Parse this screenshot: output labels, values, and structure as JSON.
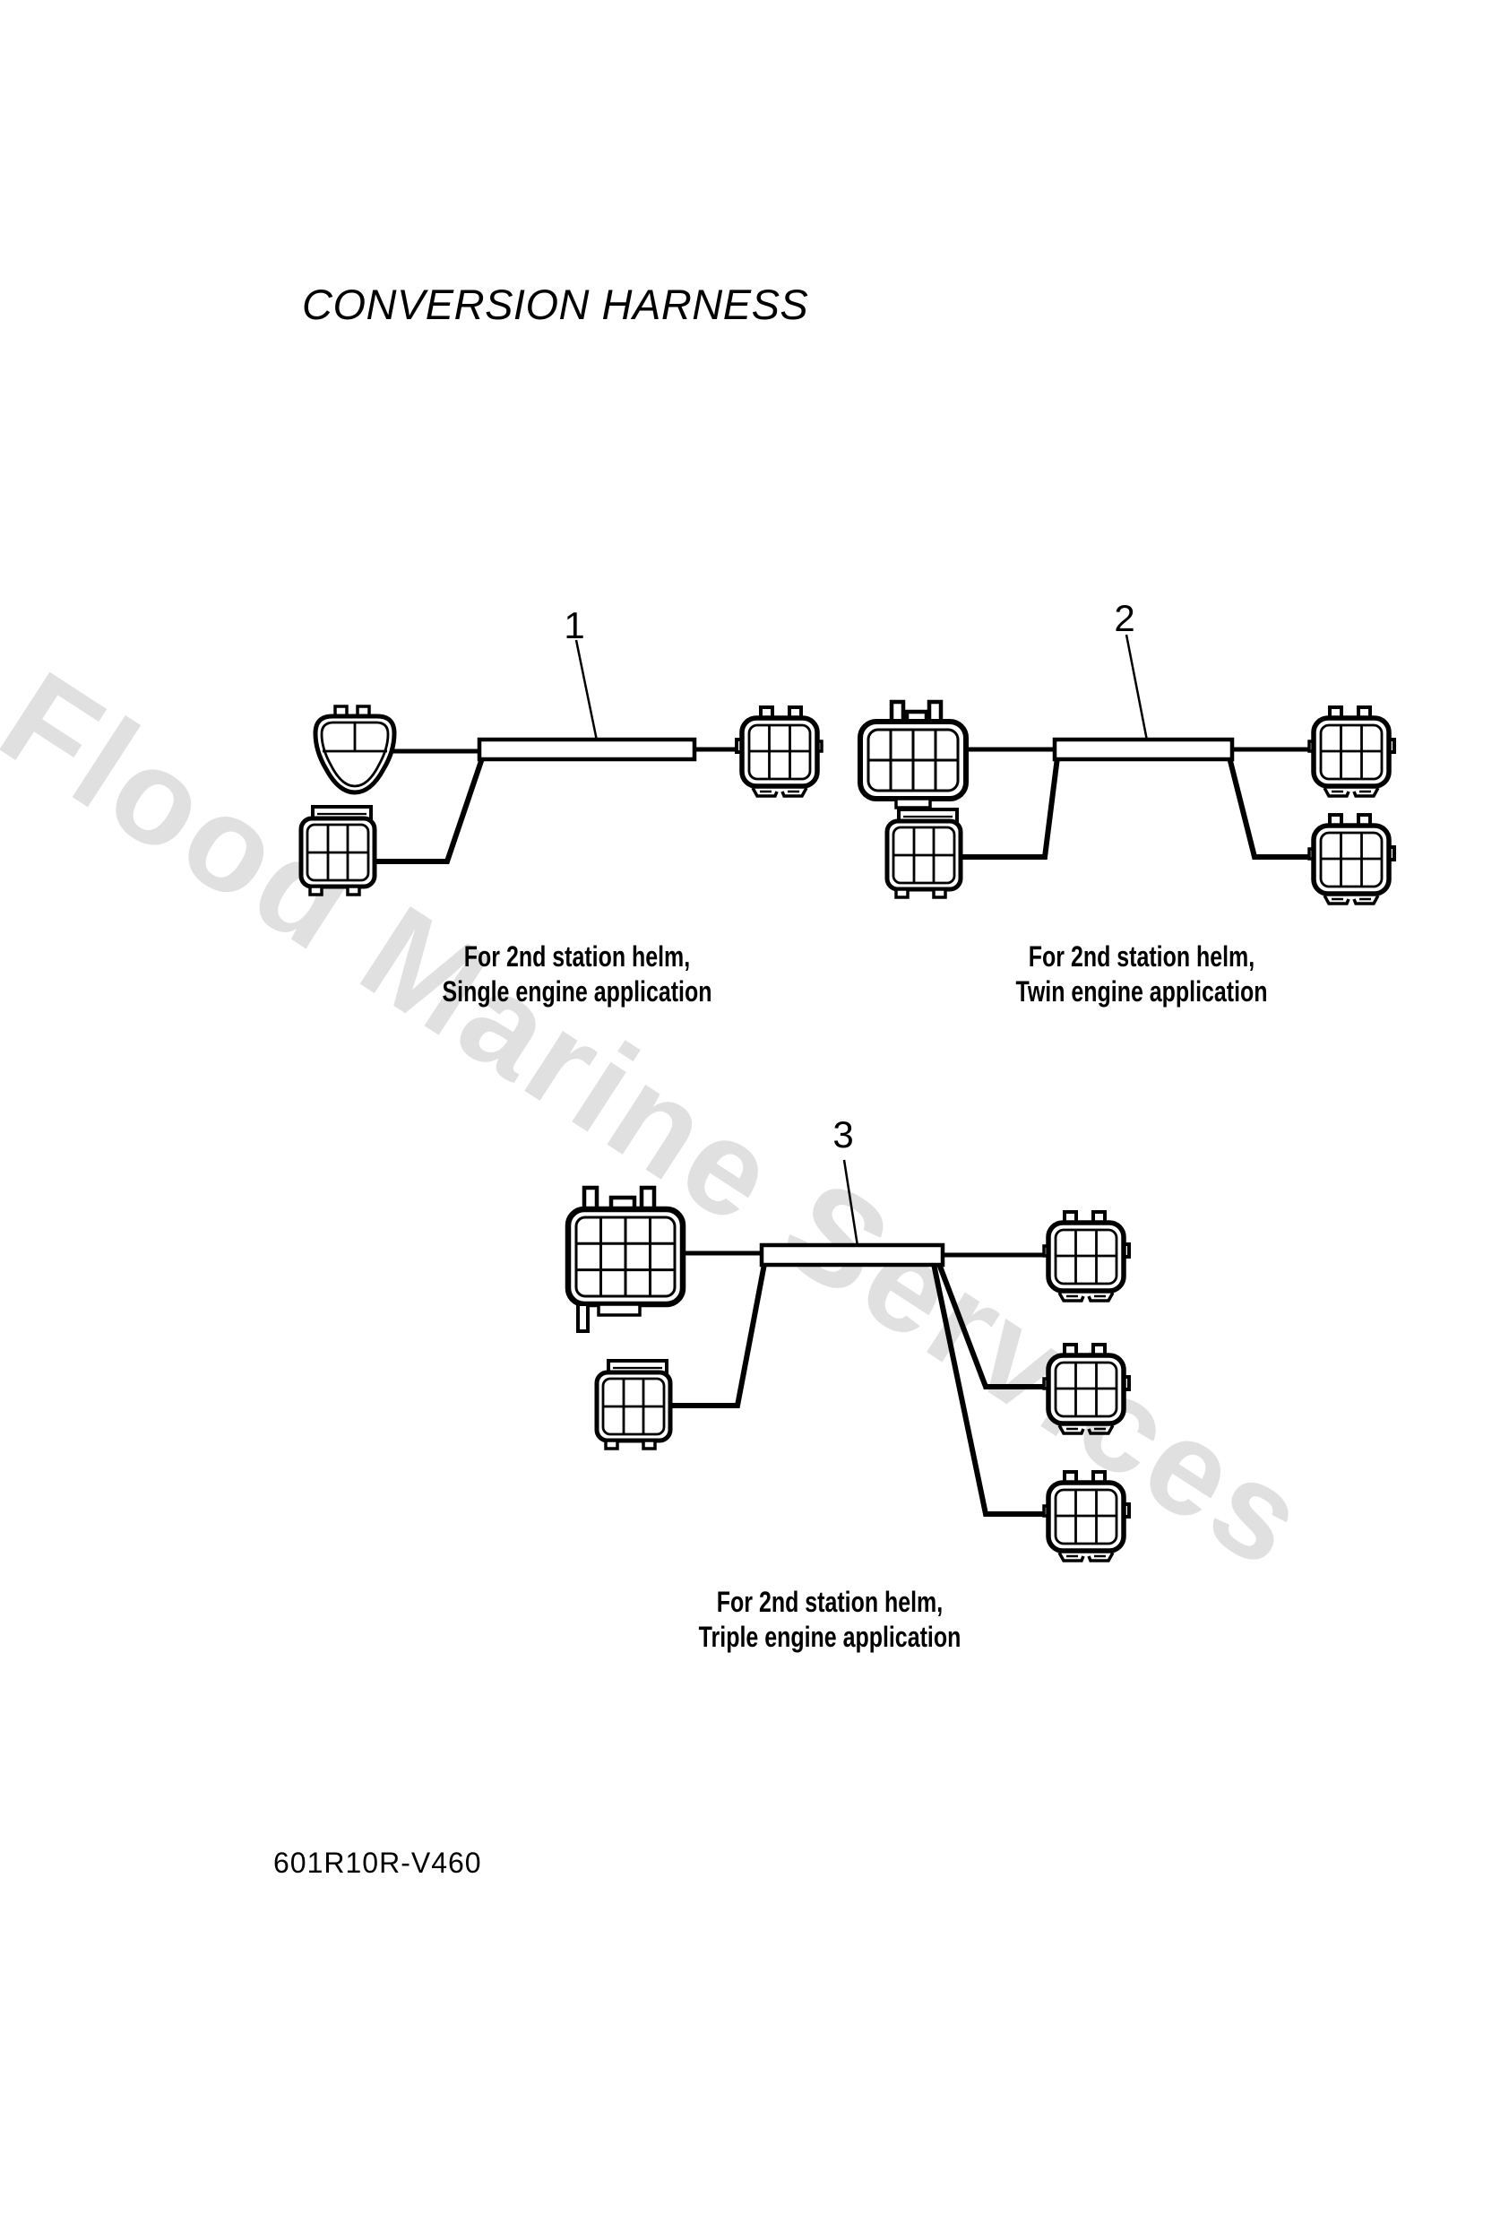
{
  "page": {
    "title": "CONVERSION HARNESS",
    "part_code": "601R10R-V460",
    "watermark": "Flood Marine Services",
    "colors": {
      "ink": "#000000",
      "paper": "#ffffff",
      "watermark": "#e0e0e0"
    }
  },
  "diagrams": [
    {
      "ref_label": "1",
      "caption_line1": "For 2nd station helm,",
      "caption_line2": "Single engine application"
    },
    {
      "ref_label": "2",
      "caption_line1": "For 2nd station helm,",
      "caption_line2": "Twin engine application"
    },
    {
      "ref_label": "3",
      "caption_line1": "For 2nd station helm,",
      "caption_line2": "Triple engine application"
    }
  ]
}
